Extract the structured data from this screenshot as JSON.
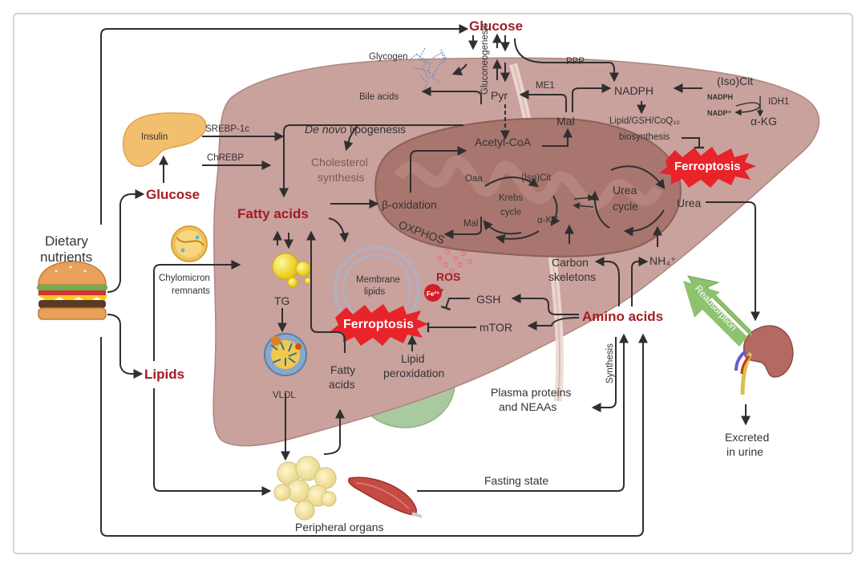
{
  "labels": {
    "glucose_top": "Glucose",
    "glucose_left": "Glucose",
    "glycogen": "Glycogen",
    "gluconeogenesis": "Gluconeogenesis",
    "ppp": "PPP",
    "pyr": "Pyr",
    "me1": "ME1",
    "mal_top": "Mal",
    "nadph": "NADPH",
    "isocit_top": "(Iso)Cit",
    "nadph_small": "NADPH",
    "nadp_small": "NADP⁺",
    "idh1": "IDH1",
    "akg_top": "α-KG",
    "lipid_biosyn_1": "Lipid/GSH/CoQ₁₀",
    "lipid_biosyn_2": "biosynthesis",
    "ferroptosis_right": "Ferroptosis",
    "bile_acids": "Bile acids",
    "insulin": "Insulin",
    "srebp": "SREBP-1c",
    "chrebp": "ChREBP",
    "de_novo_italic": "De novo",
    "de_novo_rest": " lipogenesis",
    "acetyl_coa": "Acetyl-CoA",
    "cholesterol_1": "Cholesterol",
    "cholesterol_2": "synthesis",
    "fatty_acids_main": "Fatty acids",
    "beta_oxidation": "β-oxidation",
    "oaa": "Oaa",
    "isocit_mito": "(Iso)Cit",
    "krebs_1": "Krebs",
    "krebs_2": "cycle",
    "akg_mito": "α-KG",
    "mal_mito": "Mal",
    "urea_cycle_1": "Urea",
    "urea_cycle_2": "cycle",
    "urea": "Urea",
    "oxphos": "OXPHOS",
    "dietary_1": "Dietary",
    "dietary_2": "nutrients",
    "chylo_1": "Chylomicron",
    "chylo_2": "remnants",
    "tg": "TG",
    "membrane_1": "Membrane",
    "membrane_2": "lipids",
    "ros": "ROS",
    "fe": "Fe²⁺",
    "ferroptosis_center": "Ferroptosis",
    "gsh": "GSH",
    "mtor": "mTOR",
    "carbon_1": "Carbon",
    "carbon_2": "skeletons",
    "nh4": "NH₄⁺",
    "amino_acids": "Amino acids",
    "reabsorption": "Reabsorption",
    "lipid_perox_1": "Lipid",
    "lipid_perox_2": "peroxidation",
    "synthesis": "Synthesis",
    "plasma_1": "Plasma proteins",
    "plasma_2": "and NEAAs",
    "lipids": "Lipids",
    "vldl": "VLDL",
    "fatty_acids_small_1": "Fatty",
    "fatty_acids_small_2": "acids",
    "excreted_1": "Excreted",
    "excreted_2": "in urine",
    "fasting_state": "Fasting state",
    "peripheral_organs": "Peripheral organs"
  },
  "colors": {
    "liver": "#c9a19d",
    "liver_dark": "#b98d89",
    "mito": "#a8766f",
    "highlight_red": "#a21d24",
    "ferroptosis_burst": "#e8232a",
    "reabsorption_green": "#8dc26f"
  },
  "icons": [
    "burger-icon",
    "pancreas-icon",
    "chylomicron-icon",
    "vldl-icon",
    "adipocytes-icon",
    "muscle-icon",
    "kidney-icon",
    "glycogen-icon",
    "gallbladder-icon"
  ]
}
